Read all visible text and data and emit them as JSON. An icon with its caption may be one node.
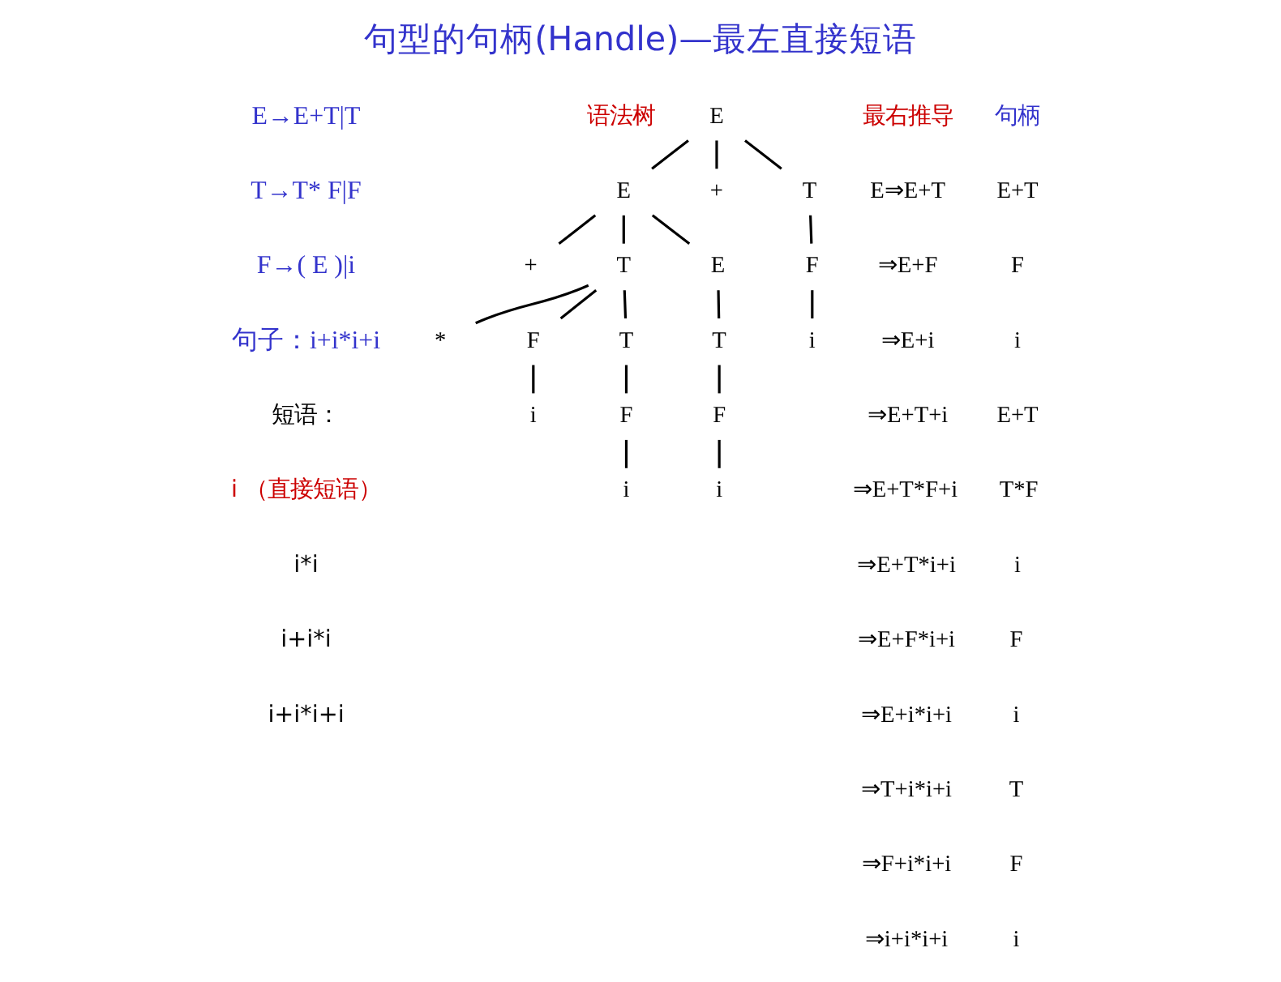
{
  "diagram": {
    "title": "句型的句柄(Handle)—最左直接短语",
    "nodes": [
      {
        "text": [
          "E"
        ]
      },
      {
        "text": [
          "E"
        ]
      },
      {
        "text": [
          "+"
        ]
      },
      {
        "text": [
          "T"
        ]
      },
      {
        "text": [
          "E"
        ]
      },
      {
        "text": [
          "+"
        ]
      },
      {
        "text": [
          "T"
        ]
      },
      {
        "text": [
          "F"
        ]
      },
      {
        "text": [
          "T"
        ]
      },
      {
        "text": [
          "T"
        ]
      },
      {
        "text": [
          "*"
        ]
      },
      {
        "text": [
          "F"
        ]
      },
      {
        "text": [
          "i"
        ]
      },
      {
        "text": [
          "F"
        ]
      },
      {
        "text": [
          "F"
        ]
      },
      {
        "text": [
          "i"
        ]
      },
      {
        "text": [
          "i"
        ]
      },
      {
        "text": [
          "i"
        ]
      }
    ],
    "edges": [
      {
        "from": 0,
        "to": 1,
        "arrow": "none"
      },
      {
        "from": 0,
        "to": 2,
        "arrow": "none"
      },
      {
        "from": 0,
        "to": 3,
        "arrow": "none"
      },
      {
        "from": 1,
        "to": 4,
        "arrow": "none"
      },
      {
        "from": 1,
        "to": 5,
        "arrow": "none"
      },
      {
        "from": 1,
        "to": 6,
        "arrow": "none"
      },
      {
        "from": 3,
        "to": 7,
        "arrow": "none"
      },
      {
        "from": 4,
        "to": 8,
        "arrow": "none"
      },
      {
        "from": 6,
        "to": 9,
        "arrow": "none"
      },
      {
        "from": 6,
        "to": 10,
        "arrow": "none"
      },
      {
        "from": 6,
        "to": 11,
        "arrow": "none"
      },
      {
        "from": 7,
        "to": 12,
        "arrow": "none"
      },
      {
        "from": 8,
        "to": 13,
        "arrow": "none"
      },
      {
        "from": 9,
        "to": 14,
        "arrow": "none"
      },
      {
        "from": 11,
        "to": 15,
        "arrow": "none"
      },
      {
        "from": 13,
        "to": 16,
        "arrow": "none"
      },
      {
        "from": 14,
        "to": 17,
        "arrow": "none"
      }
    ],
    "labels": [
      "E→E+T|T",
      "T→T* F|F",
      "F→( E )|i",
      "句子：i+i*i+i",
      "短语：",
      "i （直接短语）",
      "i*i",
      "i+i*i",
      "i+i*i+i",
      "语法树",
      "最右推导",
      "句柄",
      "E⇒E+T",
      "E+T",
      "⇒E+F",
      "F",
      "⇒E+i",
      "i",
      "⇒E+T+i",
      "E+T",
      "⇒E+T*F+i",
      "T*F",
      "⇒E+T*i+i",
      "i",
      "⇒E+F*i+i",
      "F",
      "⇒E+i*i+i",
      "i",
      "⇒T+i*i+i",
      "T",
      "⇒F+i*i+i",
      "F",
      "⇒i+i*i+i",
      "i"
    ]
  }
}
